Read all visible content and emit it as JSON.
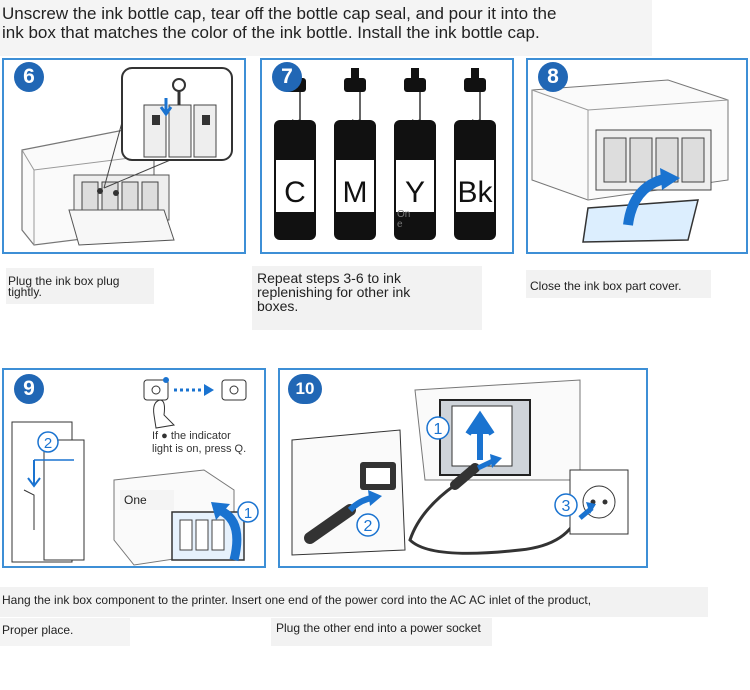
{
  "intro": {
    "line1": "Unscrew the ink bottle cap, tear off the bottle cap seal, and pour it into the",
    "line2": "ink box that matches the color of the ink bottle. Install the ink bottle cap."
  },
  "steps": {
    "s6": {
      "number": "6",
      "caption_line1": "Plug the ink box plug",
      "caption_line2": "tightly."
    },
    "s7": {
      "number": "7",
      "bottles": [
        "C",
        "M",
        "Y",
        "Bk"
      ],
      "small_label_1": "On",
      "small_label_2": "e",
      "caption_line1": "Repeat steps 3-6 to ink",
      "caption_line2": "replenishing for other ink",
      "caption_line3": "boxes."
    },
    "s8": {
      "number": "8",
      "caption": "Close the ink box part cover."
    },
    "s9": {
      "number": "9",
      "callout_2": "2",
      "callout_1": "1",
      "note_line1": "If ● the indicator",
      "note_line2": "light is on, press Q.",
      "one_label": "One"
    },
    "s10": {
      "number": "10",
      "callout_1": "1",
      "callout_2": "2",
      "callout_3": "3"
    }
  },
  "bottom": {
    "line1": "Hang the ink box component to the printer. Insert one end of the power cord into the AC AC inlet of the product,",
    "left": "Proper place.",
    "right": "Plug the other end into a power socket"
  }
}
